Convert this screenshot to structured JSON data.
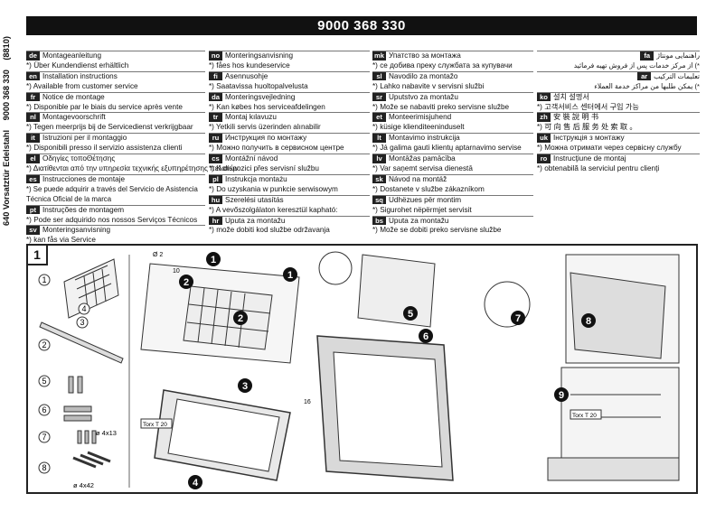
{
  "part_number": "9000 368 330",
  "side_label": [
    "640 Vorsatztür Edelstahl",
    "9000 368 330",
    "(8810)"
  ],
  "columns": [
    [
      {
        "code": "de",
        "title": "Montageanleitung",
        "note": "*) Über Kundendienst erhältlich"
      },
      {
        "code": "en",
        "title": "Installation instructions",
        "note": "*) Available from customer service"
      },
      {
        "code": "fr",
        "title": "Notice de montage",
        "note": "*) Disponible par le biais du service après vente"
      },
      {
        "code": "nl",
        "title": "Montagevoorschrift",
        "note": "*) Tegen meerprijs bij de Servicedienst verkrijgbaar"
      },
      {
        "code": "it",
        "title": "Istruzioni per il montaggio",
        "note": "*) Disponibili presso il servizio assistenza clienti"
      },
      {
        "code": "el",
        "title": "Οδηγίες τοποΘέτησης",
        "note": "*) Διατίθενται από την υπηρεσία τεχνικής εξυπηρέτησης πελατών"
      },
      {
        "code": "es",
        "title": "Instrucciones de montaje",
        "note": "*) Se puede adquirir a través del Servicio de Asistencia Técnica Oficial de la marca"
      },
      {
        "code": "pt",
        "title": "Instruções de montagem",
        "note": "*) Pode ser adquirido nos nossos Serviços Técnicos"
      },
      {
        "code": "sv",
        "title": "Monteringsanvisning",
        "note": "*) kan fås via Service"
      }
    ],
    [
      {
        "code": "no",
        "title": "Monteringsanvisning",
        "note": "*) fåes hos kundeservice"
      },
      {
        "code": "fi",
        "title": "Asennusohje",
        "note": "*) Saatavissa huoltopalvelusta"
      },
      {
        "code": "da",
        "title": "Monteringsvejledning",
        "note": "*) Kan købes hos serviceafdelingen"
      },
      {
        "code": "tr",
        "title": "Montaj kılavuzu",
        "note": "*) Yetkili servis üzerinden alınabilir"
      },
      {
        "code": "ru",
        "title": "Инструкция по монтажу",
        "note": "*) Можно получить в сервисном центре"
      },
      {
        "code": "cs",
        "title": "Montážní návod",
        "note": "*) K dispozici přes servisní službu"
      },
      {
        "code": "pl",
        "title": "Instrukcja montażu",
        "note": "*) Do uzyskania w punkcie serwisowym"
      },
      {
        "code": "hu",
        "title": "Szerelési utasítás",
        "note": "*) A vevőszolgálaton keresztül kapható:"
      },
      {
        "code": "hr",
        "title": "Uputa za montažu",
        "note": "*) može dobiti kod službe održavanja"
      }
    ],
    [
      {
        "code": "mk",
        "title": "Упатство за монтажа",
        "note": "*) се добива преку службата за купувачи"
      },
      {
        "code": "sl",
        "title": "Navodilo za montažo",
        "note": "*) Lahko nabavite v servisni službi"
      },
      {
        "code": "sr",
        "title": "Uputstvo za montažu",
        "note": "*) Može se nabaviti preko servisne službe"
      },
      {
        "code": "et",
        "title": "Monteerimisjuhend",
        "note": "*) küsige klienditeeninduselt"
      },
      {
        "code": "lt",
        "title": "Montavimo instrukcija",
        "note": "*) Já galima gauti klientų aptarnavimo servise"
      },
      {
        "code": "lv",
        "title": "Montāžas pamācība",
        "note": "*) Var saņemt servisa dienestā"
      },
      {
        "code": "sk",
        "title": "Návod na montáž",
        "note": "*) Dostanete v službe zákazníkom"
      },
      {
        "code": "sq",
        "title": "Udhëzues për montim",
        "note": "*) Sigurohet nëpërmjet servisit"
      },
      {
        "code": "bs",
        "title": "Uputa za montažu",
        "note": "*) Može se dobiti preko servisne službe"
      }
    ],
    [
      {
        "code": "fa",
        "title": "راهنمایی مونتاژ",
        "note": "*) از مرکز خدمات پس از فروش تهیه فرمائید",
        "rtl": true
      },
      {
        "code": "ar",
        "title": "تعليمات التركيب",
        "note": "*) يمكن طلبها من مراكز خدمة العملاء",
        "rtl": true
      },
      {
        "code": "ko",
        "title": "설치 설명서",
        "note": "*) 고객서비스 센터에서 구입 가능"
      },
      {
        "code": "zh",
        "title": "安 裝 說 明 书",
        "note": "*) 可 向 售 后 服 务 处 索 取 。"
      },
      {
        "code": "uk",
        "title": "Інструкція з монтажу",
        "note": "*) Можна отримати через сервісну службу"
      },
      {
        "code": "ro",
        "title": "Instrucţiune de montaj",
        "note": "*) obtenabilă la serviciul pentru clienţi"
      }
    ]
  ],
  "figure": {
    "panel_number": "1",
    "step_callouts": [
      "1",
      "1",
      "2",
      "2",
      "3",
      "4",
      "5",
      "6",
      "7",
      "8",
      "9"
    ],
    "part_callouts": [
      "1",
      "2",
      "3",
      "4",
      "5",
      "6",
      "7",
      "8"
    ],
    "screw_sizes": [
      "ø 4x13",
      "ø 4x42"
    ],
    "torx_labels": [
      "Torx T 20",
      "Torx T 20"
    ],
    "dimension_labels": [
      "Ø 2",
      "10",
      "16"
    ]
  }
}
